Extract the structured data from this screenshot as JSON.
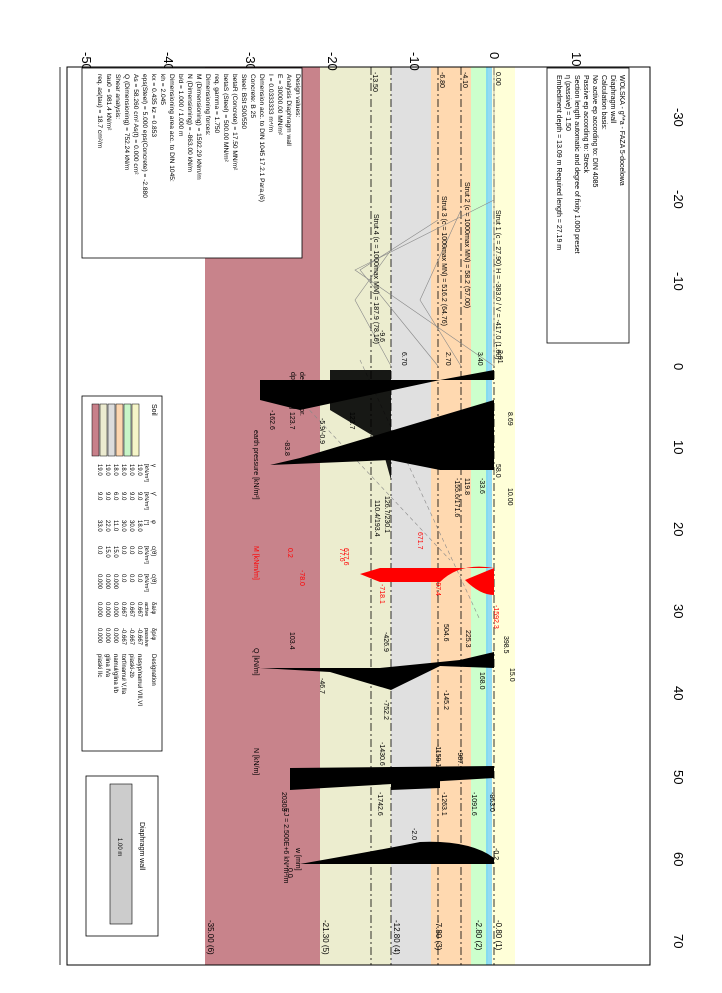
{
  "axes": {
    "left_ticks": [
      "-50",
      "-40",
      "-30",
      "-20",
      "-10",
      "0",
      "10"
    ],
    "right_ticks": [
      "-30",
      "-20",
      "-10",
      "0",
      "10",
      "20",
      "30",
      "40",
      "50",
      "60",
      "70"
    ]
  },
  "info_box": {
    "lines": [
      "WOLSKA - g^*a - FAZA 5-docelowa",
      "Diaphragm wall",
      "Calculation basis:",
      "No active ep according to: DIN 4085",
      "Passive ep according to: Streck",
      "Section length automatic and degree of fixity 1.000 preset",
      "η (passive) = 1.50",
      "Embedment depth = 13.09 m  Required length = 27.19 m"
    ]
  },
  "design_box": {
    "lines": [
      "Design values:",
      "Analysis Diaphragm wall",
      "E = 30000.00 MN/m²",
      "I = 0.0333333 m⁴/m",
      "Dimension acc. to DIN 1045 17.2.1 Para.(6)",
      "Concrete: B 25",
      "Steel: BSt 500/550",
      "betaR (Concrete) = 17.50 MN/m²",
      "betaS (Steel) = 500.00 MN/m²",
      "req. gamma = 1.750",
      "Dimensioning forces:",
      "M (Dimensioning) = 1592.29 kNm/m",
      "N (Dimensioning) = -863.00 kN/m",
      "b/d = 1.000 / 1.000 m",
      "Dimensioning area acc. to DIN 1045:",
      "kh = 2.045",
      "kx = 0.435  kz = 0.853",
      "eps(Steel) = 5.000  eps(Concrete) = -2.880",
      "As = 58.260 cm²  As(t) = 0.000 cm²",
      "Q (Dimensioning) = 752.24 kN/m",
      "Shear analysis:",
      "tau0 = 981.4 kN/m²",
      "req. as(tau) = 18.7 cm²/m"
    ]
  },
  "levels": [
    "0.00",
    "-4.10",
    "-6.80",
    "-13.50"
  ],
  "struts": [
    "Strut 1 (c = 27.90)  H = -383.0 / V = -417.0 (1.00)",
    "Strut 2 (c = 1000max MN) = 58.2 (57.00)",
    "Strut 3 (c = 1000max MN) = 516.2 (64.76)",
    "Strut 4 (c = 1000max MN) = 187.9 (78.16)"
  ],
  "layer_bottoms": [
    "-0.80 (1)",
    "-2.80 (2)",
    "-7.80 (3)",
    "-12.80 (4)",
    "-21.30 (5)",
    "-35.00 (6)"
  ],
  "diagrams": {
    "pressure_label": "earth pressure [kN/m²]",
    "water_label": "delta water pr.",
    "water_unit": "dpw [kN/m²]",
    "moment_label": "M [kNm/m]",
    "shear_label": "Q [kN/m]",
    "normal_label": "N [kN/m]",
    "deflection_label": "w [mm]",
    "stiffness_label": "EJ = 2.500E+6 kN*m²/m"
  },
  "annotations": {
    "top": [
      "2.91",
      "3.40",
      "2.70",
      "6.70",
      "-9.6",
      "8.69",
      "10.00",
      "15.0"
    ],
    "pressure_values": [
      "123.7",
      "-83.8",
      "-5.9/-0.9",
      "-162.6",
      "123.7",
      "119.8",
      "-155.6/171.6",
      "110.4/193.4",
      "126.7/230.1",
      "-33.6",
      "58.0"
    ],
    "moment_values": [
      "677.6",
      "-718.1",
      "671.7",
      "-97.4",
      "-1592.3",
      "398.5",
      "77.6",
      "-78.0",
      "0.2"
    ],
    "shear_values": [
      "103.4",
      "-46.7",
      "-426.9",
      "-752.2",
      "504.6",
      "225.3",
      "168.0",
      "-145.2"
    ],
    "normal_values": [
      "20303",
      "-1430.6",
      "-1742.6",
      "-1159.1",
      "-987.6",
      "-1091.6",
      "-1263.1",
      "-863.0"
    ],
    "deflection_values": [
      "0.0",
      "-2.0",
      "-0.2"
    ]
  },
  "soil_table": {
    "title": "Soil",
    "headers": [
      "γ",
      "γ'",
      "φ",
      "c(θ)",
      "c(θ)",
      "δa/φ",
      "δp/φ",
      "Designation"
    ],
    "units": [
      "[kN/m³]",
      "[kN/m³]",
      "[°]",
      "[kN/m²]",
      "[kN/m²]",
      "active",
      "passive",
      ""
    ],
    "rows": [
      {
        "color": "#f5f5c8",
        "values": [
          "19.0",
          "9.0",
          "18.0",
          "0.0",
          "0.0",
          "0.667",
          "-0.667",
          "nasyp/namuł VIII,VI"
        ]
      },
      {
        "color": "#c8f5c8",
        "values": [
          "19.0",
          "9.0",
          "30.0",
          "0.0",
          "0.0",
          "0.667",
          "-0.667",
          "piaski-żb"
        ]
      },
      {
        "color": "#fcd6b0",
        "values": [
          "18.0",
          "9.0",
          "30.0",
          "0.0",
          "0.0",
          "0.667",
          "-0.667",
          "torf/namuł V,IIa"
        ]
      },
      {
        "color": "#dcdcdc",
        "values": [
          "18.0",
          "6.0",
          "11.0",
          "15.0",
          "0.000",
          "0.000",
          "0.000",
          "namuł/glina I/b"
        ]
      },
      {
        "color": "#ecebd0",
        "values": [
          "19.0",
          "9.0",
          "22.0",
          "15.0",
          "0.000",
          "0.000",
          "0.000",
          "glina IVa"
        ]
      },
      {
        "color": "#c8808a",
        "values": [
          "19.0",
          "9.0",
          "33.0",
          "0.0",
          "0.000",
          "0.000",
          "0.000",
          "piaski IIc"
        ]
      }
    ]
  },
  "wall_legend": {
    "title": "Diaphragm wall",
    "width": "1.00 m"
  },
  "colors": {
    "layer1": "#ffffd8",
    "layer2": "#ccffcc",
    "layer3": "#ffd9b0",
    "layer4": "#e0e0e0",
    "layer5": "#ecedcf",
    "layer6": "#c8838b",
    "moment": "#ff0000",
    "diagram": "#000000",
    "axis": "#000000"
  }
}
